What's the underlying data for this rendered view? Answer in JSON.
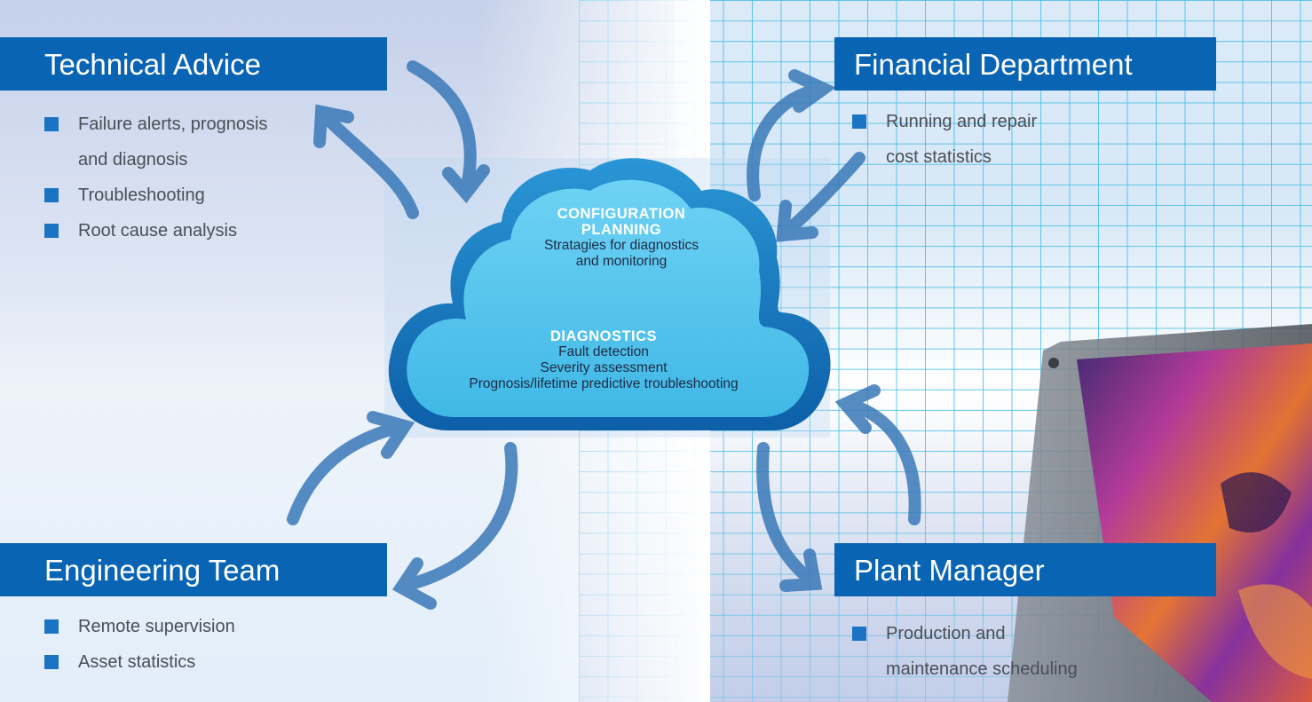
{
  "panels": {
    "technical_advice": {
      "title": "Technical Advice",
      "items": [
        "Failure alerts, prognosis",
        "and diagnosis",
        "Troubleshooting",
        "Root cause analysis"
      ]
    },
    "engineering_team": {
      "title": "Engineering Team",
      "items": [
        "Remote supervision",
        "Asset statistics"
      ]
    },
    "financial_department": {
      "title": "Financial Department",
      "items": [
        "Running and repair",
        "cost statistics"
      ]
    },
    "plant_manager": {
      "title": "Plant Manager",
      "items": [
        "Production and",
        "maintenance scheduling"
      ]
    }
  },
  "cloud": {
    "config_heading_1": "CONFIGURATION",
    "config_heading_2": "PLANNING",
    "config_line_1": "Stratagies for diagnostics",
    "config_line_2": "and monitoring",
    "diag_heading": "DIAGNOSTICS",
    "diag_line_1": "Fault detection",
    "diag_line_2": "Severity assessment",
    "diag_line_3": "Prognosis/lifetime predictive troubleshooting"
  },
  "colors": {
    "panel_blue": "#0a64b4",
    "bullet_blue": "#1b73c3",
    "cloud_light": "#5cc8ef",
    "cloud_dark": "#1a7fc6",
    "arrow_blue": "#3a79b8"
  }
}
